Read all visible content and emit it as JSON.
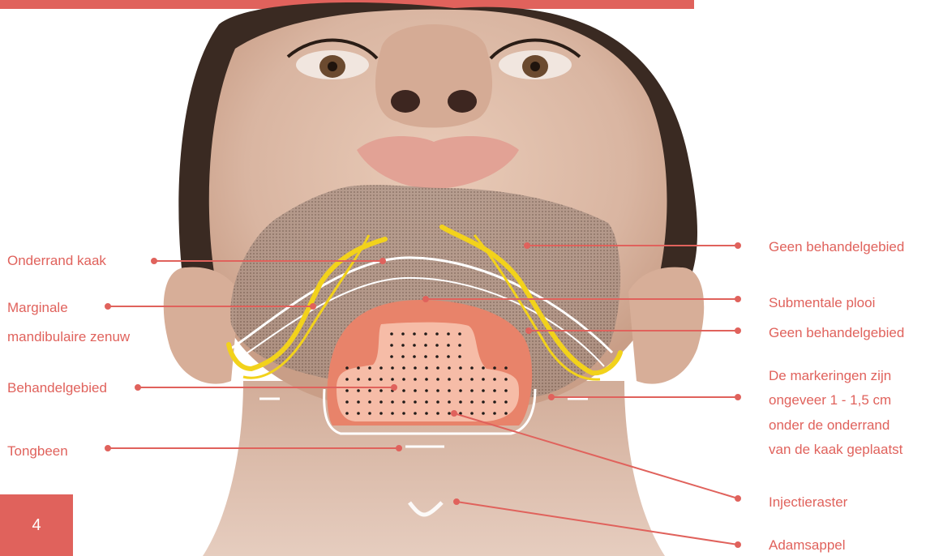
{
  "colors": {
    "accent": "#e0625c",
    "nerve": "#f2d21b",
    "treatment_area": "#e8836a",
    "skin": "#ddbfae"
  },
  "labels_left": {
    "onderrand_kaak": "Onderrand kaak",
    "marginale_line1": "Marginale",
    "marginale_line2": "mandibulaire zenuw",
    "behandelgebied": "Behandelgebied",
    "tongbeen": "Tongbeen"
  },
  "labels_right": {
    "geen_behandelgebied_1": "Geen behandelgebied",
    "submentale_plooi": "Submentale plooi",
    "geen_behandelgebied_2": "Geen behandelgebied",
    "markeringen_line1": "De markeringen zijn",
    "markeringen_line2": "ongeveer 1 - 1,5 cm",
    "markeringen_line3": "onder de onderrand",
    "markeringen_line4": "van de kaak geplaatst",
    "injectieraster": "Injectieraster",
    "adamsappel": "Adamsappel"
  },
  "page_number": "4"
}
